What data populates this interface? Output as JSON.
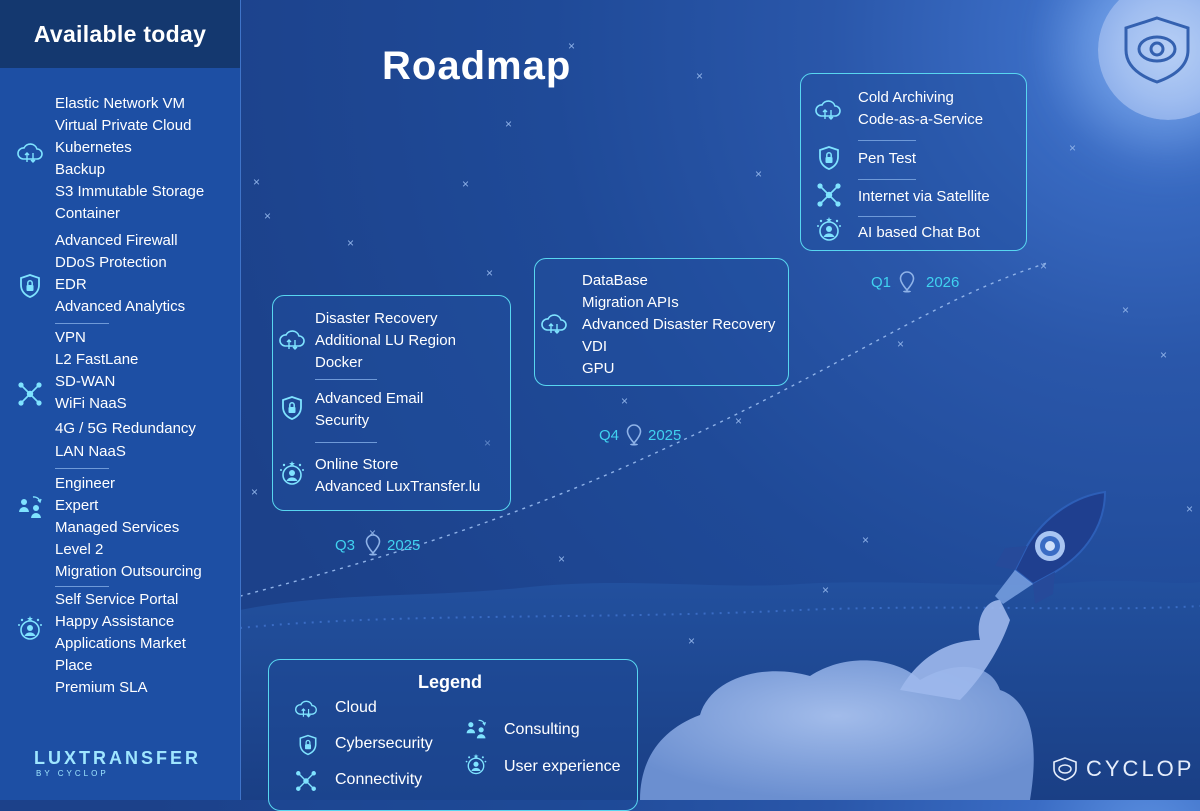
{
  "sidebar": {
    "title": "Available today",
    "groups": [
      {
        "icon": "cloud-icon",
        "items": [
          "Elastic Network VM",
          "Virtual Private Cloud",
          "Kubernetes",
          "Backup",
          "S3 Immutable Storage",
          "Container"
        ]
      },
      {
        "icon": "shield-icon",
        "items": [
          "Advanced Firewall",
          "DDoS Protection",
          "EDR",
          "Advanced Analytics"
        ]
      },
      {
        "icon": "network-icon",
        "items": [
          "VPN",
          "L2 FastLane",
          "SD-WAN",
          "WiFi NaaS",
          "4G / 5G Redundancy",
          "LAN NaaS"
        ]
      },
      {
        "icon": "consulting-icon",
        "items": [
          "Engineer",
          "Expert",
          "Managed Services",
          "Level 2",
          "Migration Outsourcing"
        ]
      },
      {
        "icon": "user-experience-icon",
        "items": [
          "Self Service Portal",
          "Happy Assistance",
          "Applications Market",
          "Place",
          "Premium SLA"
        ]
      }
    ],
    "brand": {
      "name": "LUXTRANSFER",
      "sub": "BY CYCLOP"
    }
  },
  "title": "Roadmap",
  "milestones": {
    "q3": {
      "quarter": "Q3",
      "year": "2025",
      "cloud": [
        "Disaster Recovery",
        "Additional LU Region",
        "Docker"
      ],
      "security": [
        "Advanced Email",
        "Security"
      ],
      "ux": [
        "Online Store",
        "Advanced LuxTransfer.lu"
      ]
    },
    "q4": {
      "quarter": "Q4",
      "year": "2025",
      "cloud": [
        "DataBase",
        "Migration APIs",
        "Advanced Disaster Recovery",
        "VDI",
        "GPU"
      ]
    },
    "q1": {
      "quarter": "Q1",
      "year": "2026",
      "cloud": [
        "Cold Archiving",
        "Code-as-a-Service"
      ],
      "security": [
        "Pen Test"
      ],
      "connectivity": [
        "Internet via Satellite"
      ],
      "ux": [
        "AI based Chat Bot"
      ]
    }
  },
  "legend": {
    "title": "Legend",
    "cloud": "Cloud",
    "cybersecurity": "Cybersecurity",
    "connectivity": "Connectivity",
    "consulting": "Consulting",
    "user_experience": "User experience"
  },
  "footer_brand": "CYCLOP",
  "colors": {
    "accent": "#40d2f0",
    "card_border": "#58d6f0",
    "sidebar": "#1d4fa4",
    "sidebar_header": "#14386f"
  }
}
